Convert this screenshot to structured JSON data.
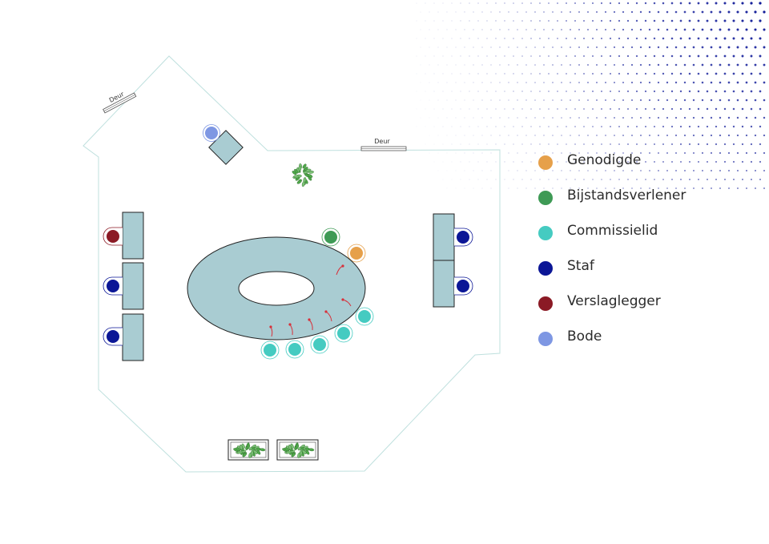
{
  "floorplan": {
    "door_label": "Deur",
    "doors": [
      {
        "id": "door-top-left",
        "label": "Deur"
      },
      {
        "id": "door-top-right",
        "label": "Deur"
      }
    ]
  },
  "roles": {
    "genodigde": {
      "label": "Genodigde",
      "color": "#E6A04A"
    },
    "bijstandsverlener": {
      "label": "Bijstandsverlener",
      "color": "#3E9A55"
    },
    "commissielid": {
      "label": "Commissielid",
      "color": "#45CBC1"
    },
    "staf": {
      "label": "Staf",
      "color": "#0B1696"
    },
    "verslaglegger": {
      "label": "Verslaglegger",
      "color": "#8B1A25"
    },
    "bode": {
      "label": "Bode",
      "color": "#7E97E3"
    }
  },
  "legend": {
    "items": [
      {
        "label": "Genodigde",
        "color": "#E6A04A"
      },
      {
        "label": "Bijstandsverlener",
        "color": "#3E9A55"
      },
      {
        "label": "Commissielid",
        "color": "#45CBC1"
      },
      {
        "label": "Staf",
        "color": "#0B1696"
      },
      {
        "label": "Verslaglegger",
        "color": "#8B1A25"
      },
      {
        "label": "Bode",
        "color": "#7E97E3"
      }
    ]
  },
  "colors": {
    "table_fill": "#A9CCD2",
    "room_outline": "#BFE0DE",
    "microphone": "#D8303A",
    "plant": "#4FA84A",
    "dots": "#0B1696"
  }
}
